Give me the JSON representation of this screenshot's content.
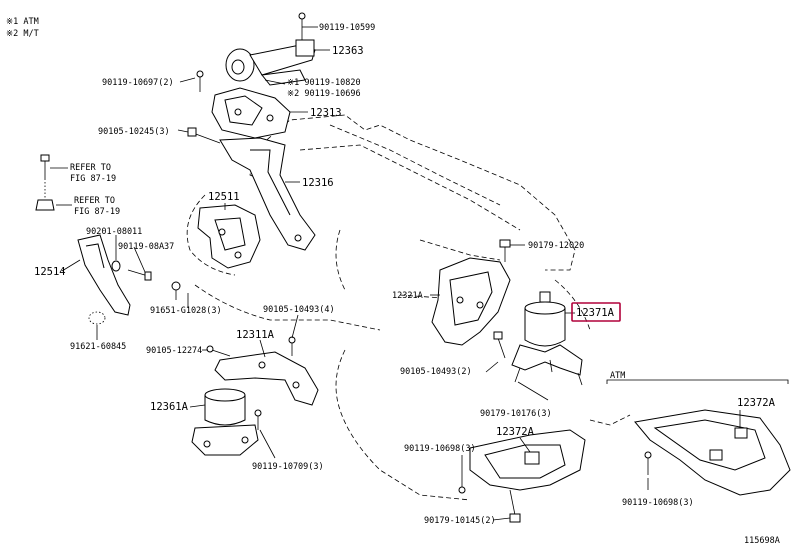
{
  "legend": {
    "line1": "※1 ATM",
    "line2": "※2 M/T"
  },
  "callouts": {
    "c_90119_10599": "90119-10599",
    "c_12363": "12363",
    "c_90119_10697": "90119-10697(2)",
    "c_90119_10820": "※1 90119-10820",
    "c_90119_10696": "※2 90119-10696",
    "c_12313": "12313",
    "c_90105_10245": "90105-10245(3)",
    "c_refer1_a": "REFER TO",
    "c_refer1_b": "FIG 87-19",
    "c_12316": "12316",
    "c_refer2_a": "REFER TO",
    "c_refer2_b": "FIG 87-19",
    "c_12511": "12511",
    "c_90201_08011": "90201-08011",
    "c_90119_08A37": "90119-08A37",
    "c_12514": "12514",
    "c_90179_12020": "90179-12020",
    "c_12321A": "12321A",
    "c_12371A": "12371A",
    "c_91651_G1028": "91651-G1028(3)",
    "c_90105_10493_4": "90105-10493(4)",
    "c_91621_60845": "91621-60845",
    "c_12311A": "12311A",
    "c_90105_12274": "90105-12274",
    "c_90105_10493_2": "90105-10493(2)",
    "c_atm": "ATM",
    "c_12372A_r": "12372A",
    "c_12361A": "12361A",
    "c_90179_10176": "90179-10176(3)",
    "c_12372A_m": "12372A",
    "c_90119_10698_m": "90119-10698(3)",
    "c_90119_10709": "90119-10709(3)",
    "c_90119_10698_r": "90119-10698(3)",
    "c_90179_10145": "90179-10145(2)",
    "c_ref_no": "115698A"
  },
  "highlight_color": "#b0003a"
}
